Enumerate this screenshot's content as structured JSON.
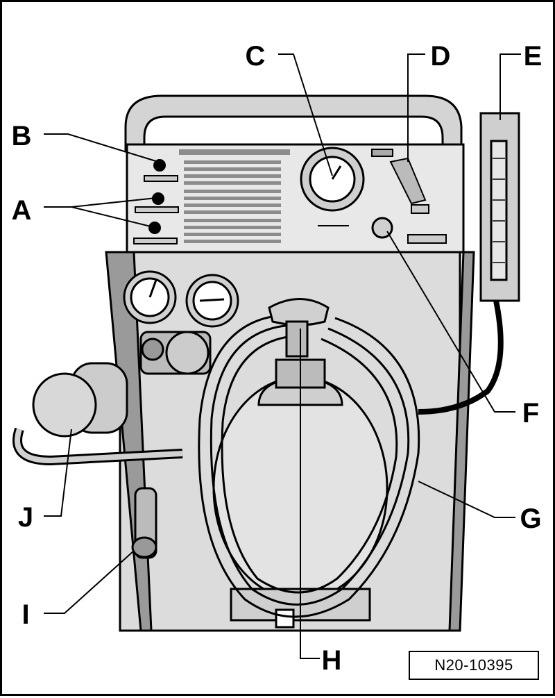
{
  "figure": {
    "figure_id": "N20-10395",
    "colors": {
      "line": "#000000",
      "fill_light": "#e6e6e6",
      "fill_mid": "#c8c8c8",
      "fill_dark": "#8c8c8c",
      "background": "#ffffff"
    }
  },
  "callouts": {
    "A": "A",
    "B": "B",
    "C": "C",
    "D": "D",
    "E": "E",
    "F": "F",
    "G": "G",
    "H": "H",
    "I": "I",
    "J": "J"
  }
}
